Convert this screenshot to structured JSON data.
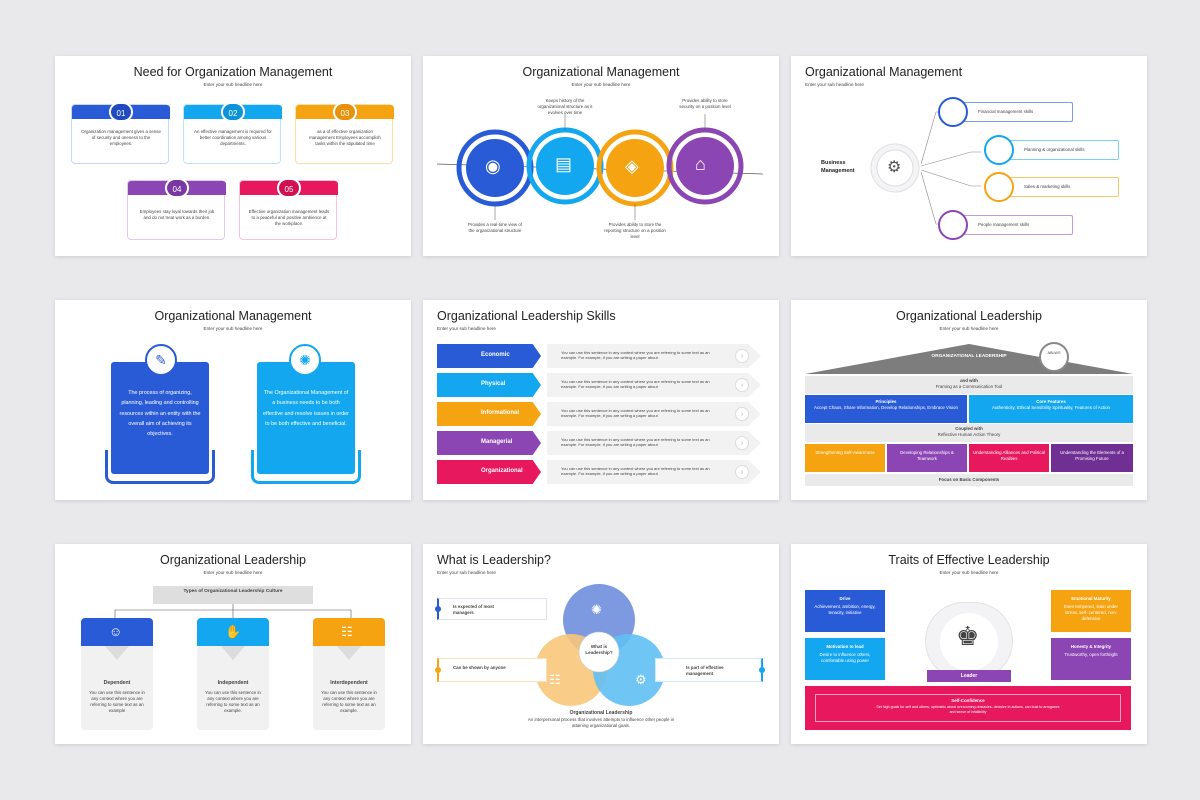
{
  "colors": {
    "blue": "#2a5bd7",
    "cyan": "#12a7ef",
    "orange": "#f6a312",
    "purple": "#8b46b4",
    "pink": "#e8185f",
    "gray": "#e9e9ec"
  },
  "s1": {
    "title": "Need for Organization Management",
    "sub": "Enter your sub headline here",
    "cards": [
      {
        "num": "01",
        "text": "Organization management gives a sense of security and oneness to the employees."
      },
      {
        "num": "02",
        "text": "An effective management is required for better coordination among various departments."
      },
      {
        "num": "03",
        "text": "as a of effective organization management Employees accomplish tasks within the stipulated time"
      },
      {
        "num": "04",
        "text": "Employees stay loyal towards their job and do not treat work as a burden."
      },
      {
        "num": "05",
        "text": "Effective organization management leads to a peaceful and positive ambience at the workplace."
      }
    ]
  },
  "s2": {
    "title": "Organizational Management",
    "sub": "Enter your sub headline here",
    "top1": "Keeps history of the organizational structure as it evolves over time",
    "top2": "Provides ability to store security on a position level",
    "bot1": "Provides a real-time view of the organizational structure",
    "bot2": "Provides ability to store the reporting structure on a position level",
    "icons": [
      "eye-icon",
      "book-icon",
      "box-hand-icon",
      "shop-icon"
    ]
  },
  "s3": {
    "title": "Organizational Management",
    "sub": "Enter your sub headline here",
    "center": "Business Management",
    "items": [
      "Financial management skills",
      "Planning & organizational skills",
      "Sales & marketing skills",
      "People management skills"
    ]
  },
  "s4": {
    "title": "Organizational Management",
    "sub": "Enter your sub headline here",
    "left": "The process of organizing, planning, leading and controlling resources within an entity with the overall aim of achieving its objectives.",
    "right": "The Organizational Management of a business needs to be both effective and resolve issues in order to be both effective and beneficial."
  },
  "s5": {
    "title": "Organizational Leadership Skills",
    "sub": "Enter your sub headline here",
    "rows": [
      {
        "label": "Economic",
        "text": "You can use this sentence in any context where you are referring to some text as an example. For example, if you are writing a paper about"
      },
      {
        "label": "Physical",
        "text": "You can use this sentence in any context where you are referring to some text as an example. For example, if you are writing a paper about"
      },
      {
        "label": "Informational",
        "text": "You can use this sentence in any context where you are referring to some text as an example. For example, if you are writing a paper about"
      },
      {
        "label": "Managerial",
        "text": "You can use this sentence in any context where you are referring to some text as an example. For example, if you are writing a paper about"
      },
      {
        "label": "Organizational",
        "text": "You can use this sentence in any context where you are referring to some text as an example. For example, if you are writing a paper about"
      }
    ]
  },
  "s6": {
    "title": "Organizational Leadership",
    "sub": "Enter your sub headline here",
    "roof": "ORGANIZATIONAL LEADERSHIP",
    "badge": "ABLWS",
    "row1a": "and with",
    "row1b": "Framing as a Communication Tool",
    "pillar1_title": "Principles",
    "pillar1_text": "Accept Chaos, Share Information, Develop Relationships, Embrace Vision",
    "pillar2_title": "Core Features",
    "pillar2_text": "Authenticity, Ethical Sensibility Spirituality, Features of Action",
    "row2a": "Coupled with",
    "row2b": "Reflective Human Action Theory",
    "boxes": [
      "Strengthening Self-Awareness",
      "Developing Relationships & Teamwork",
      "Understanding Alliances and Political Realities",
      "Understanding the Elements of a Promising Future"
    ],
    "base": "Focus on Basic Components"
  },
  "s7": {
    "title": "Organizational Leadership",
    "sub": "Enter your sub headline here",
    "top": "Types of Organizational Leadership Culture",
    "cols": [
      {
        "title": "Dependent",
        "text": "You can use this sentence in any context where you are referring to some text as an example"
      },
      {
        "title": "Independent",
        "text": "You can use this sentence in any context where you are referring to some text as an example."
      },
      {
        "title": "Interdependent",
        "text": "You can use this sentence in any context where you are referring to some text as an example."
      }
    ]
  },
  "s8": {
    "title": "What is Leadership?",
    "sub": "Enter your sub headline here",
    "center": "What is Leadership?",
    "l1": "Is expected of most managers",
    "l2": "Can be shown by anyone",
    "r1": "Is part of effective management",
    "bottom_title": "Organizational Leadership",
    "bottom_text": "An interpersonal process that involves attempts to influence other people in attaining organizational goals."
  },
  "s9": {
    "title": "Traits of Effective Leadership",
    "sub": "Enter your sub headline here",
    "drive_t": "Drive",
    "drive": "Achievement, ambition, energy, tenacity, initiative",
    "motiv_t": "Motivation to lead",
    "motiv": "Desire to influence others, comfortable using power",
    "emo_t": "Emotional Maturity",
    "emo": "Even tempered, stain under stress, self- centered, non-defensive",
    "hon_t": "Honesty & Integrity",
    "hon": "Trustworthy, open forthright",
    "leader": "Leader",
    "self_t": "Self-Confidence",
    "self": "Set high goals for self and others, optimistic about overcoming obstacles, decisive in actions, can bust to arrogance and sense of infallibility"
  }
}
